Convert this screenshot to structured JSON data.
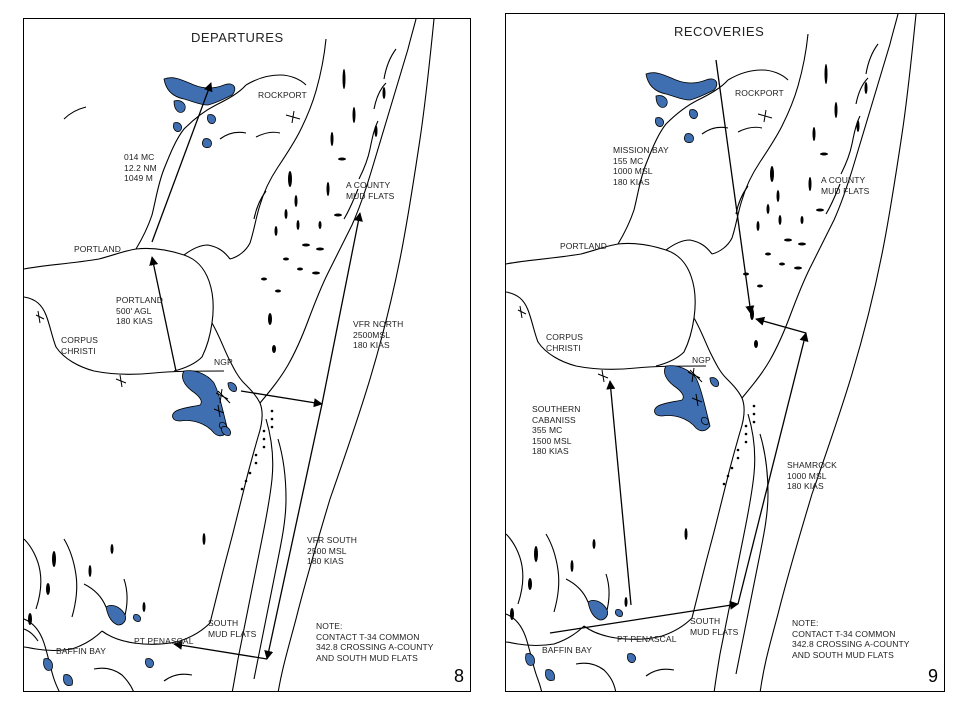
{
  "colors": {
    "water": "#3f6fb0",
    "line": "#000000",
    "background": "#ffffff"
  },
  "panels": [
    {
      "id": "departures",
      "title": "DEPARTURES",
      "page_number": "8",
      "labels": {
        "rockport": "ROCKPORT",
        "leg_rockport": "014 MC\n12.2 NM\n1049 M",
        "a_county": "A COUNTY\nMUD FLATS",
        "portland": "PORTLAND",
        "portland_route": "PORTLAND\n500' AGL\n180 KIAS",
        "vfr_north": "VFR NORTH\n2500MSL\n180 KIAS",
        "corpus_christi": "CORPUS\nCHRISTI",
        "ngp": "NGP",
        "vfr_south": "VFR SOUTH\n2500 MSL\n180 KIAS",
        "south_mud_flats": "SOUTH\nMUD FLATS",
        "pt_penascal": "PT PENASCAL",
        "baffin_bay": "BAFFIN BAY",
        "note": "NOTE:\nCONTACT T-34 COMMON\n342.8 CROSSING A-COUNTY\nAND SOUTH MUD FLATS"
      }
    },
    {
      "id": "recoveries",
      "title": "RECOVERIES",
      "page_number": "9",
      "labels": {
        "rockport": "ROCKPORT",
        "mission_bay": "MISSION BAY\n155 MC\n1000 MSL\n180 KIAS",
        "a_county": "A COUNTY\nMUD FLATS",
        "portland": "PORTLAND",
        "corpus_christi": "CORPUS\nCHRISTI",
        "ngp": "NGP",
        "southern_cabaniss": "SOUTHERN\nCABANISS\n355 MC\n1500 MSL\n180 KIAS",
        "shamrock": "SHAMROCK\n1000 MSL\n180 KIAS",
        "south_mud_flats": "SOUTH\nMUD FLATS",
        "pt_penascal": "PT PENASCAL",
        "baffin_bay": "BAFFIN BAY",
        "note": "NOTE:\nCONTACT T-34 COMMON\n342.8 CROSSING A-COUNTY\nAND SOUTH MUD FLATS"
      }
    }
  ]
}
